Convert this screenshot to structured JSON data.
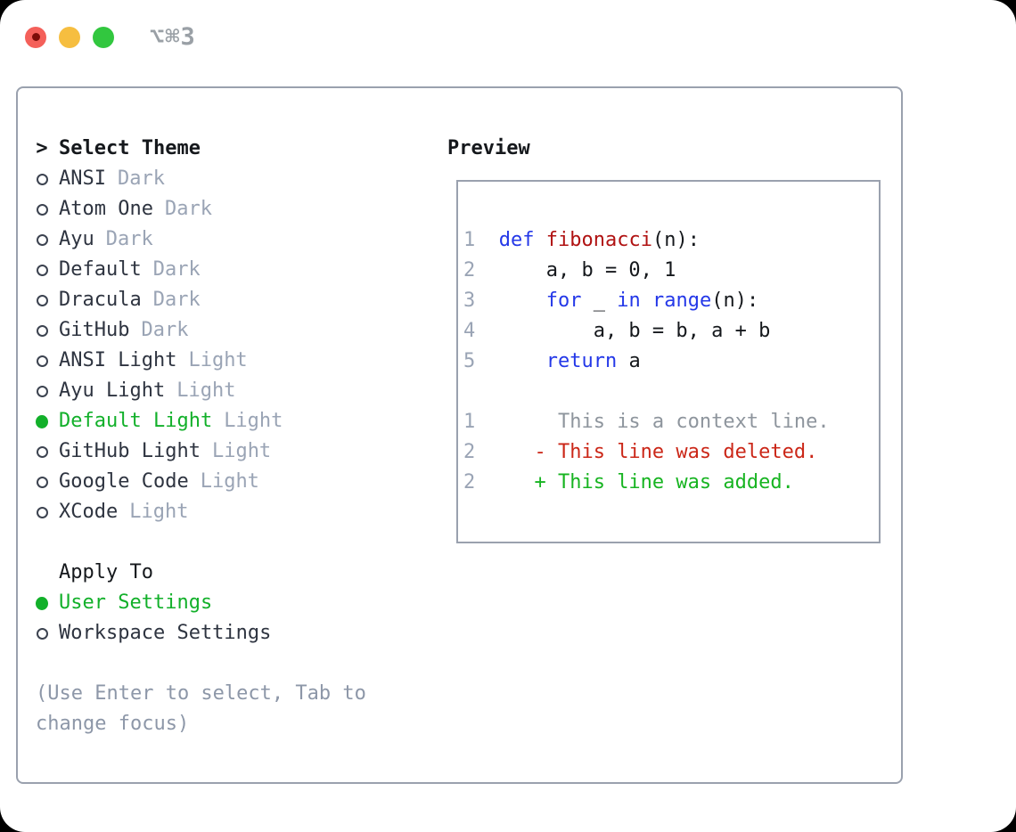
{
  "window": {
    "shortcut": "⌥⌘3"
  },
  "theme_panel": {
    "prompt": ">",
    "title": "Select Theme",
    "items": [
      {
        "label": "ANSI",
        "tag": "Dark",
        "selected": false
      },
      {
        "label": "Atom One",
        "tag": "Dark",
        "selected": false
      },
      {
        "label": "Ayu",
        "tag": "Dark",
        "selected": false
      },
      {
        "label": "Default",
        "tag": "Dark",
        "selected": false
      },
      {
        "label": "Dracula",
        "tag": "Dark",
        "selected": false
      },
      {
        "label": "GitHub",
        "tag": "Dark",
        "selected": false
      },
      {
        "label": "ANSI Light",
        "tag": "Light",
        "selected": false
      },
      {
        "label": "Ayu Light",
        "tag": "Light",
        "selected": false
      },
      {
        "label": "Default Light",
        "tag": "Light",
        "selected": true
      },
      {
        "label": "GitHub Light",
        "tag": "Light",
        "selected": false
      },
      {
        "label": "Google Code",
        "tag": "Light",
        "selected": false
      },
      {
        "label": "XCode",
        "tag": "Light",
        "selected": false
      }
    ],
    "apply_to": {
      "title": "Apply To",
      "options": [
        {
          "label": "User Settings",
          "selected": true
        },
        {
          "label": "Workspace Settings",
          "selected": false
        }
      ]
    },
    "help": "(Use Enter to select, Tab to change focus)"
  },
  "preview": {
    "title": "Preview",
    "lines": [
      {
        "num": "1",
        "segments": [
          {
            "t": "  ",
            "s": "plain"
          },
          {
            "t": "def",
            "s": "kw"
          },
          {
            "t": " ",
            "s": "plain"
          },
          {
            "t": "fibonacci",
            "s": "fn"
          },
          {
            "t": "(n):",
            "s": "plain"
          }
        ]
      },
      {
        "num": "2",
        "segments": [
          {
            "t": "      a, b = 0, 1",
            "s": "plain"
          }
        ]
      },
      {
        "num": "3",
        "segments": [
          {
            "t": "      ",
            "s": "plain"
          },
          {
            "t": "for",
            "s": "kw"
          },
          {
            "t": " _ ",
            "s": "plain"
          },
          {
            "t": "in",
            "s": "kw"
          },
          {
            "t": " ",
            "s": "plain"
          },
          {
            "t": "range",
            "s": "kw"
          },
          {
            "t": "(n):",
            "s": "plain"
          }
        ]
      },
      {
        "num": "4",
        "segments": [
          {
            "t": "          a, b = b, a + b",
            "s": "plain"
          }
        ]
      },
      {
        "num": "5",
        "segments": [
          {
            "t": "      ",
            "s": "plain"
          },
          {
            "t": "return",
            "s": "kw"
          },
          {
            "t": " a",
            "s": "plain"
          }
        ]
      },
      {
        "num": "",
        "segments": []
      },
      {
        "num": "1",
        "segments": [
          {
            "t": "       This is a context line.",
            "s": "ctx"
          }
        ]
      },
      {
        "num": "2",
        "segments": [
          {
            "t": "     - This line was deleted.",
            "s": "del"
          }
        ]
      },
      {
        "num": "2",
        "segments": [
          {
            "t": "     + This line was added.",
            "s": "add"
          }
        ]
      }
    ]
  },
  "colors": {
    "accent_green": "#12b02a",
    "keyword_blue": "#2438e8",
    "function_red": "#b01212",
    "deleted_red": "#cb2718",
    "added_green": "#17b421",
    "text_dark": "#2e3440",
    "text_black": "#15181c",
    "muted_gray": "#9aa4b5",
    "context_gray": "#8e959d",
    "help_gray": "#8d97a8",
    "border_gray": "#9aa1ae",
    "shortcut_gray": "#9aa0a6",
    "light_red": "#f4605a",
    "light_red_dot": "#7c0d08",
    "light_yellow": "#f6be40",
    "light_green": "#32c73f"
  }
}
